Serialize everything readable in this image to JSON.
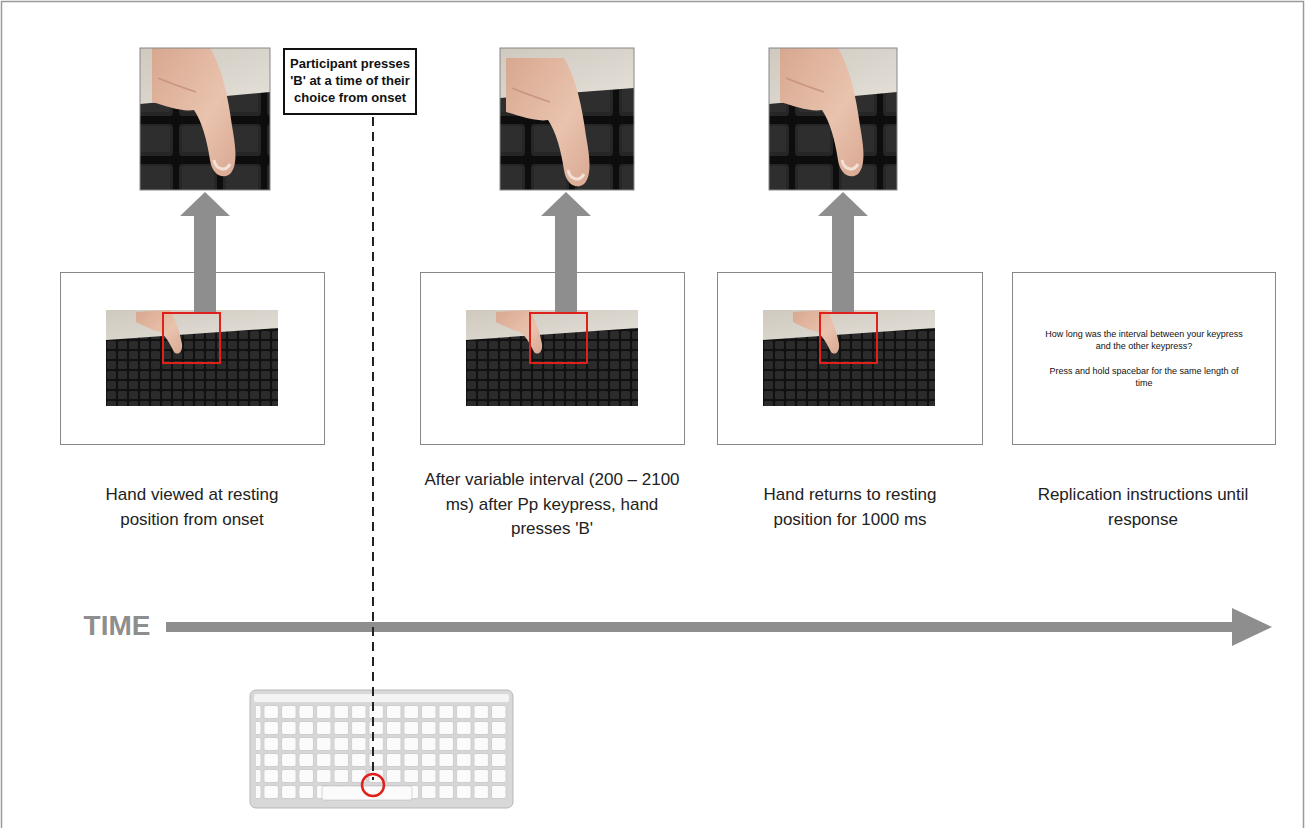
{
  "diagram": {
    "nodes": [
      {
        "text": [
          "Participant presses 'B' at a time of their choice from onset"
        ]
      },
      {
        "text": [
          "How long was the interval between your keypress and the other keypress?",
          "Press and hold spacebar for the same length of time"
        ]
      }
    ],
    "labels": [
      "Hand viewed at resting position from onset",
      "After variable interval (200 – 2100 ms) after Pp keypress, hand presses 'B'",
      "Hand returns to resting position for 1000 ms",
      "Replication instructions until response",
      "TIME"
    ]
  }
}
